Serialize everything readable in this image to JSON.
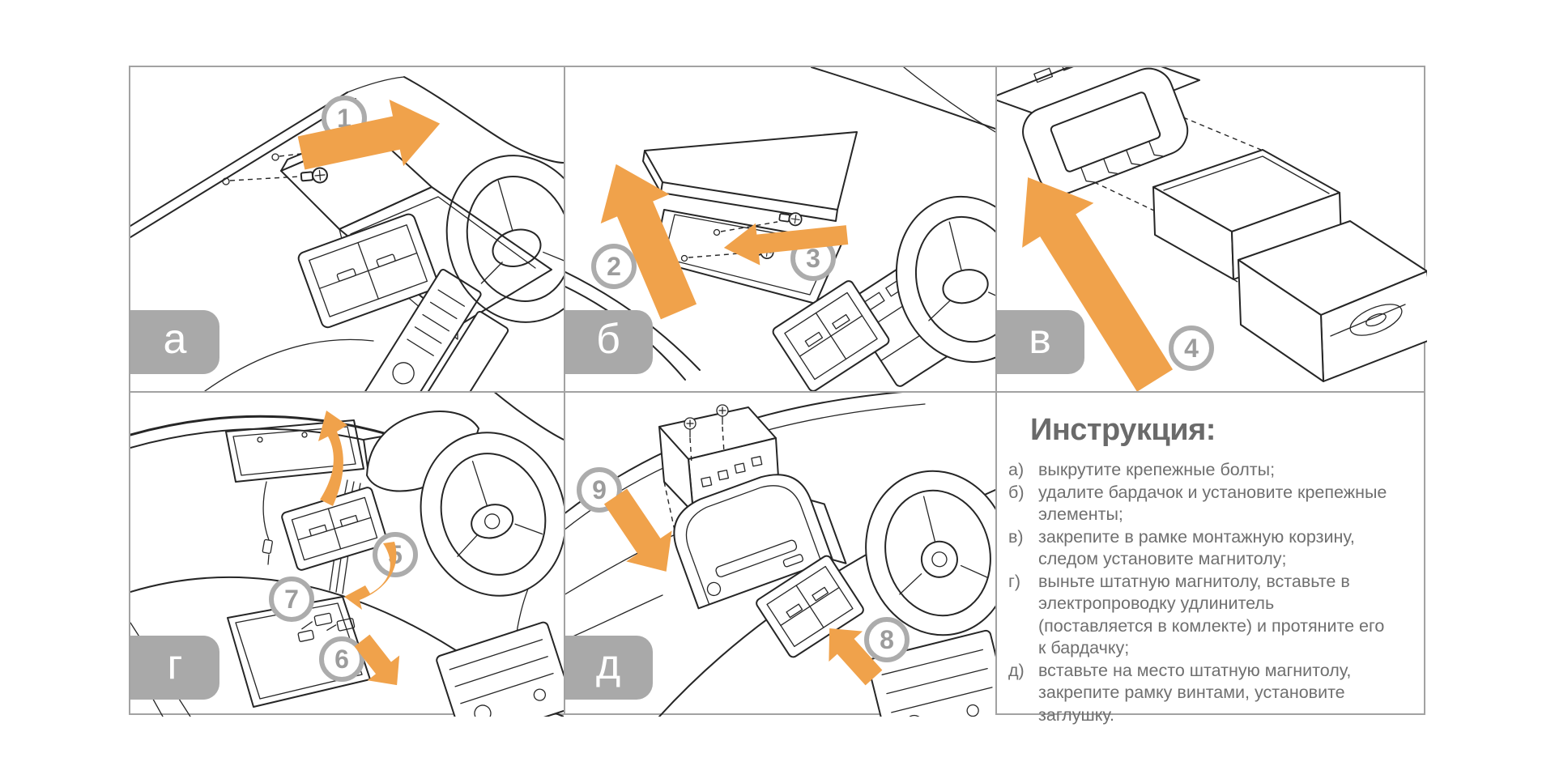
{
  "colors": {
    "arrow_orange": "#f0a24b",
    "label_gray": "#a9a9a9",
    "ring_gray": "#acacac",
    "number_gray": "#9c9c9c",
    "text_gray": "#6f6f6f",
    "line_dark": "#262626",
    "border_gray": "#a2a2a2"
  },
  "panels": {
    "a": {
      "label": "а",
      "step_numbers": [
        "1"
      ]
    },
    "b": {
      "label": "б",
      "step_numbers": [
        "2",
        "3"
      ]
    },
    "v": {
      "label": "в",
      "step_numbers": [
        "4"
      ]
    },
    "g": {
      "label": "г",
      "step_numbers": [
        "5",
        "6",
        "7"
      ]
    },
    "d": {
      "label": "д",
      "step_numbers": [
        "8",
        "9"
      ]
    }
  },
  "instructions": {
    "title": "Инструкция:",
    "items": [
      {
        "marker": "а)",
        "text": "выкрутите крепежные болты;"
      },
      {
        "marker": "б)",
        "text": "удалите бардачок и установите крепежные элементы;"
      },
      {
        "marker": "в)",
        "text": "закрепите в рамке монтажную корзину, следом установите магнитолу;"
      },
      {
        "marker": "г)",
        "text": "выньте штатную магнитолу, вставьте в электропроводку удлинитель (поставляется в комлекте) и протяните его к бардачку;"
      },
      {
        "marker": "д)",
        "text": "вставьте на место штатную магнитолу, закрепите рамку винтами, установите заглушку."
      }
    ]
  }
}
